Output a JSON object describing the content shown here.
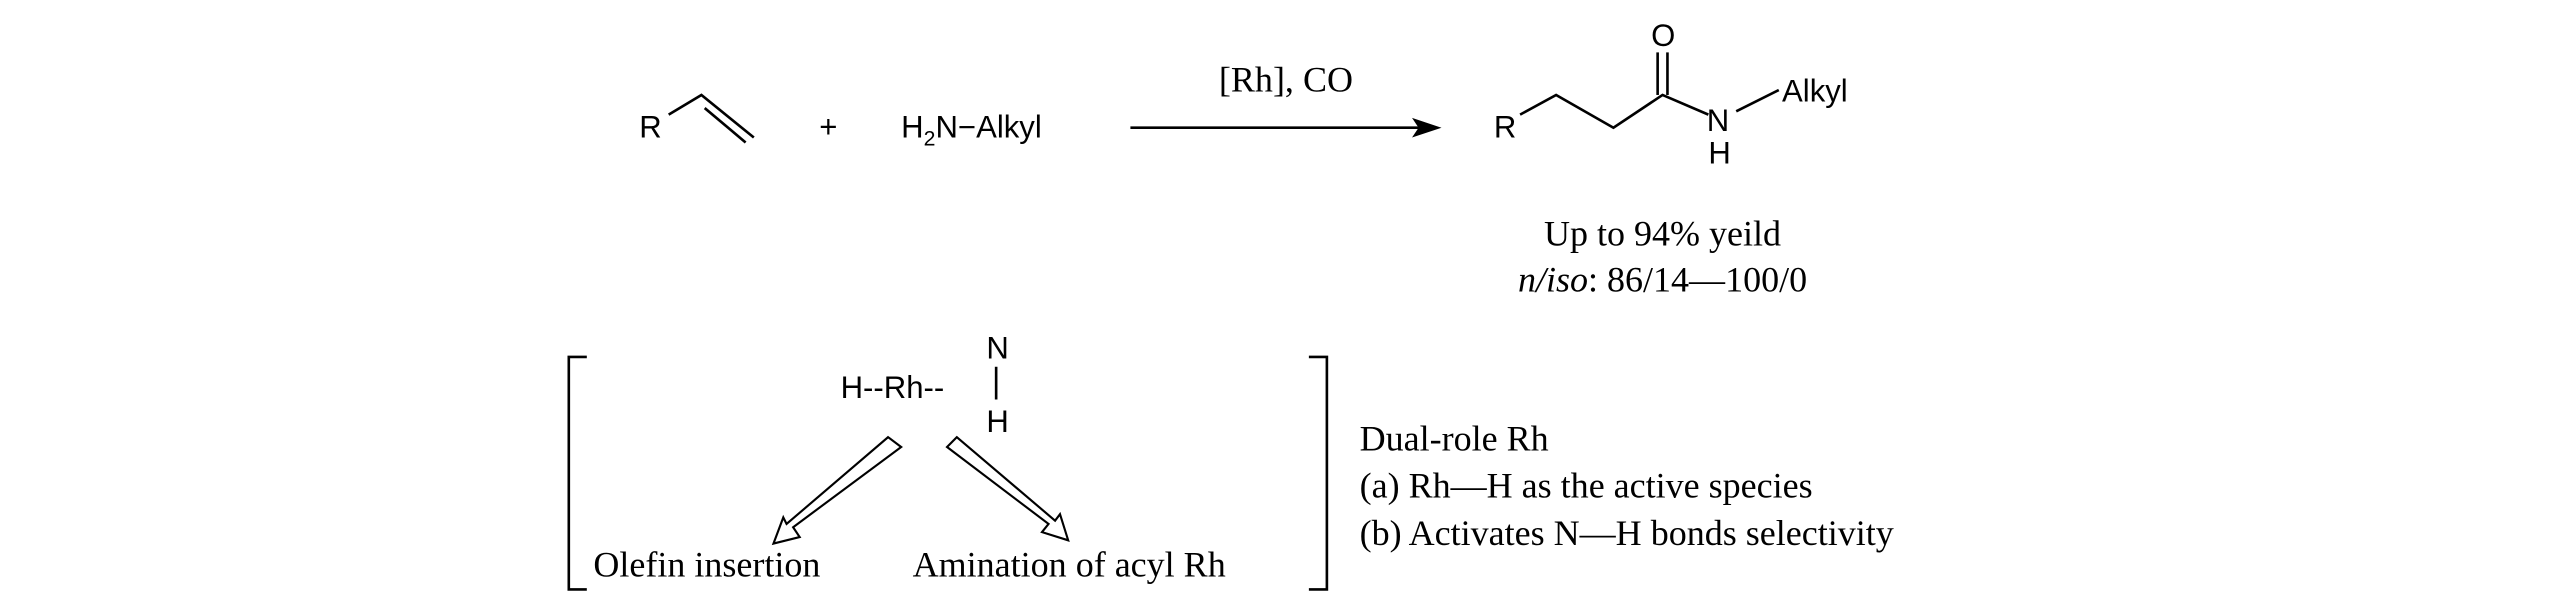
{
  "reaction": {
    "reactant1_r": "R",
    "plus": "+",
    "reactant2": {
      "h": "H",
      "sub": "2",
      "rest": "N−Alkyl"
    },
    "conditions": "[Rh], CO",
    "product": {
      "r": "R",
      "o": "O",
      "n": "N",
      "h": "H",
      "alkyl": "Alkyl"
    },
    "yield": "Up to 94% yeild",
    "selectivity_label": "n/iso",
    "selectivity_value": ":  86/14—100/0"
  },
  "mechanism": {
    "h_rh": "H--Rh--",
    "n": "N",
    "h": "H",
    "left_path": "Olefin insertion",
    "right_path": "Amination of acyl Rh"
  },
  "notes": {
    "title": "Dual-role Rh",
    "a": "(a) Rh—H as the active species",
    "b": "(b) Activates N—H bonds selectivity"
  }
}
